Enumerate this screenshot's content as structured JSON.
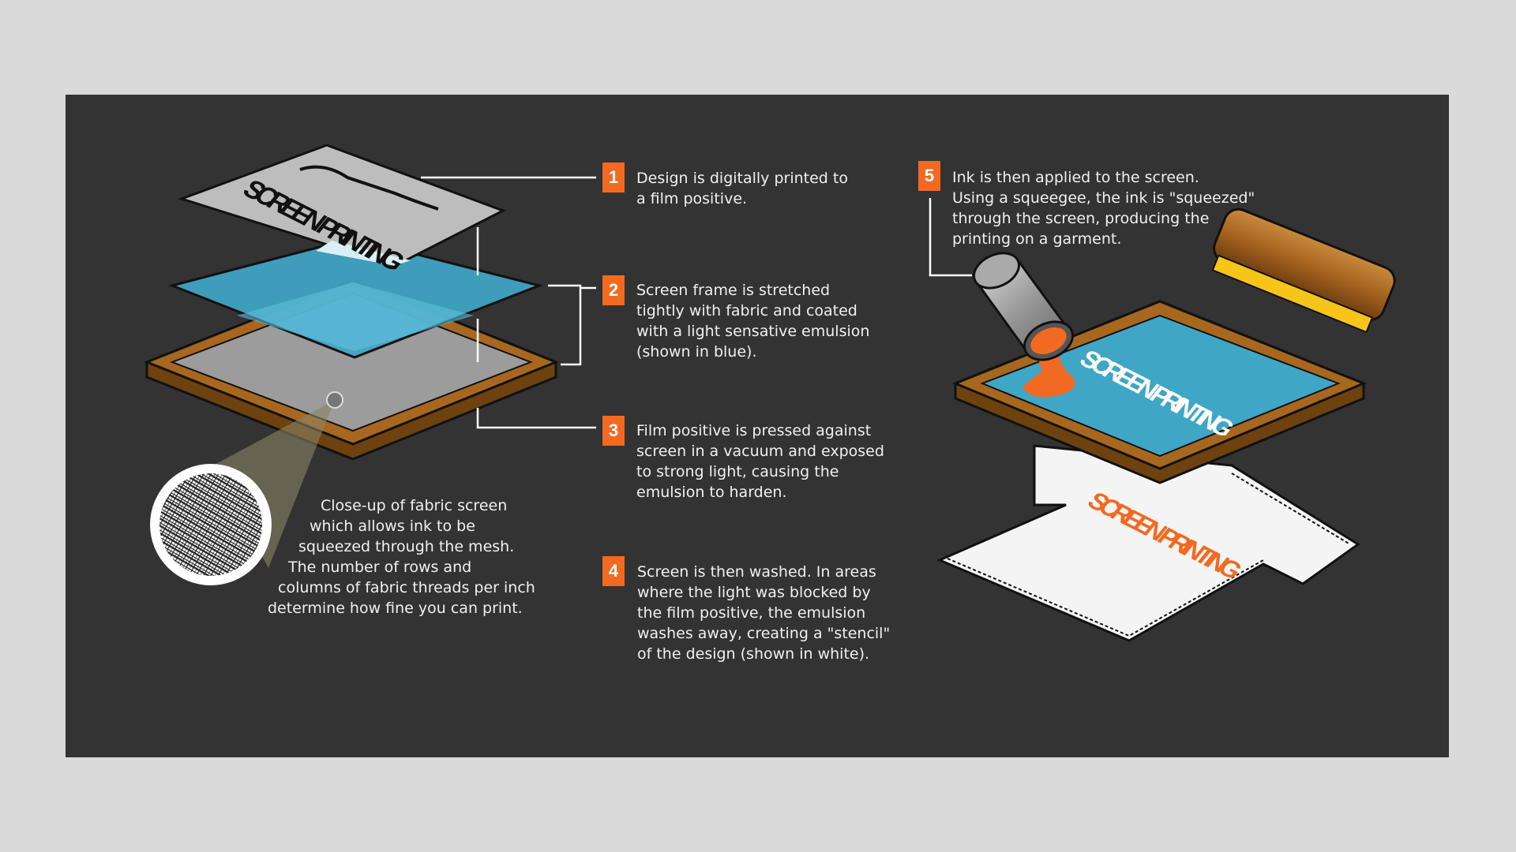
{
  "logo_text": "SCREEN PRINTING",
  "colors": {
    "accent": "#f26a21",
    "panel": "#333333",
    "emulsion": "#3fa6c6",
    "frame": "#9a5f1e"
  },
  "steps": [
    {
      "number": "1",
      "text": "Design is digitally printed to\na film positive."
    },
    {
      "number": "2",
      "text": "Screen frame is stretched\ntightly with fabric and coated\nwith a light sensative emulsion\n(shown in blue)."
    },
    {
      "number": "3",
      "text": "Film positive is pressed against\nscreen in a vacuum and exposed\nto strong light, causing the\nemulsion to harden."
    },
    {
      "number": "4",
      "text": "Screen is then washed. In areas\nwhere the light was blocked by\nthe film positive, the emulsion\nwashes away, creating a \"stencil\"\nof the design (shown in white)."
    },
    {
      "number": "5",
      "text": "Ink is then applied to the screen.\nUsing a squeegee, the ink is \"squeezed\"\nthrough the screen, producing the\nprinting on a garment."
    }
  ],
  "closeup": [
    "Close-up of fabric screen",
    "which allows ink to be",
    "squeezed through the mesh.",
    "The number of rows and",
    "columns of fabric threads per inch",
    "determine how fine you can print."
  ]
}
